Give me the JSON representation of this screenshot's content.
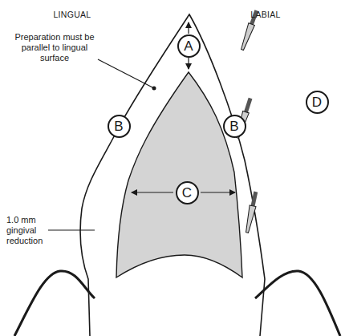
{
  "diagram": {
    "nodes": [
      {
        "text": [
          "A"
        ]
      },
      {
        "text": [
          "D"
        ]
      },
      {
        "text": [
          "B"
        ]
      },
      {
        "text": [
          "B"
        ]
      },
      {
        "text": [
          "C"
        ]
      }
    ],
    "labels": [
      "LINGUAL",
      "LABIAL",
      "Preparation must be parallel to lingual surface",
      "1.0 mm gingival reduction"
    ]
  }
}
